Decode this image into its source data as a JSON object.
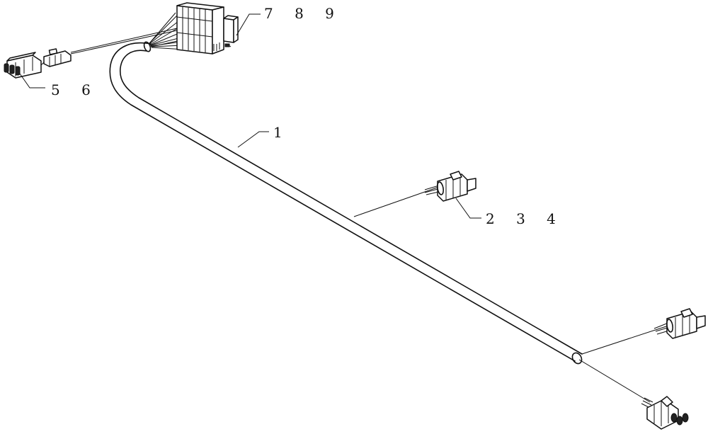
{
  "figure": {
    "labels": {
      "main_cable": "1",
      "mid_connector": "2 3 4",
      "left_connector": "5 6",
      "top_block": "7 8 9"
    },
    "colors": {
      "line": "#111111",
      "background": "#ffffff"
    }
  }
}
